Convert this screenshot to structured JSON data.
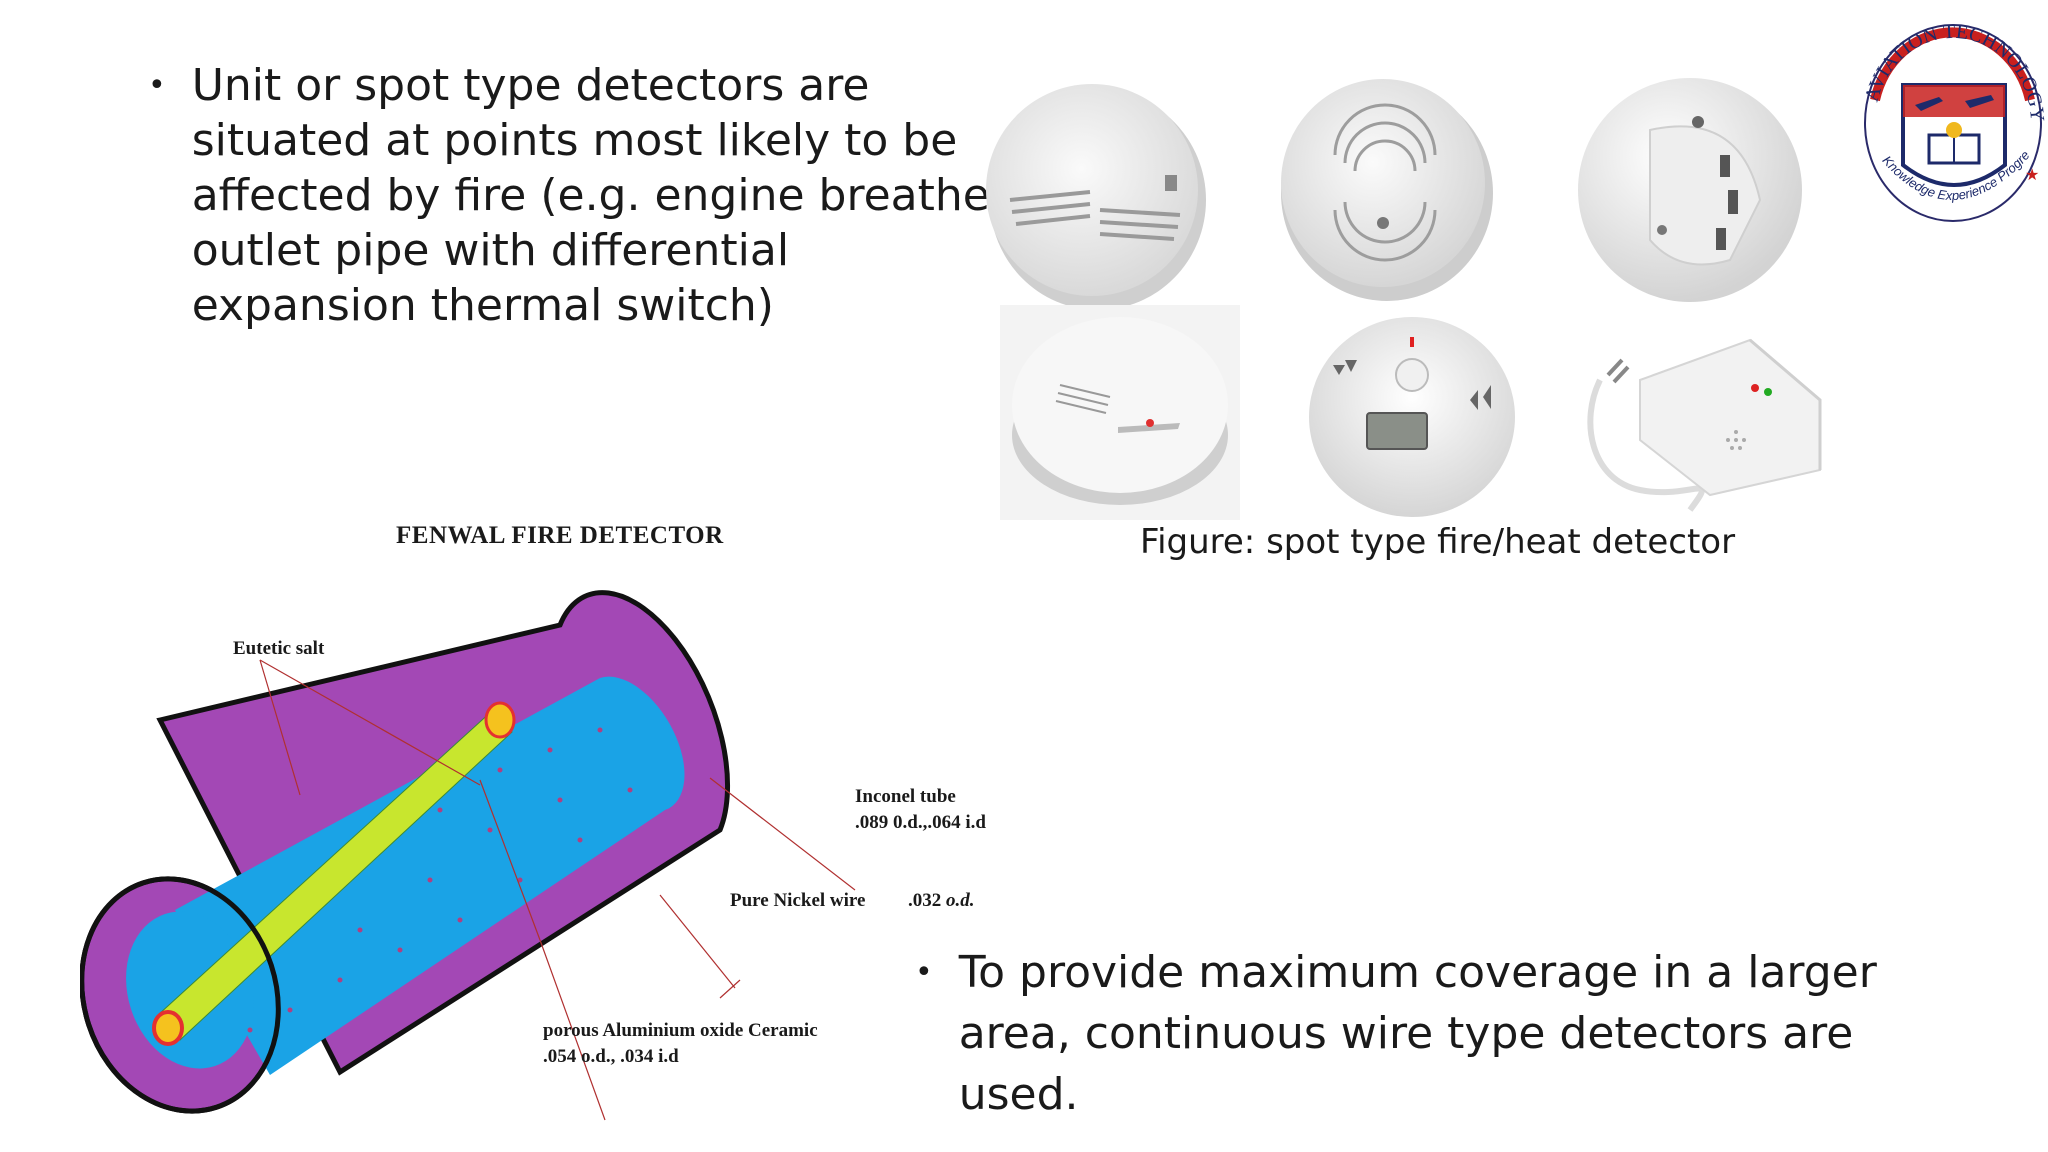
{
  "bullets": {
    "top": {
      "lines": [
        "Unit or spot type detectors are",
        "situated at points most likely to be",
        "affected by fire (e.g. engine breather",
        "outlet pipe with differential",
        "expansion thermal switch)"
      ]
    },
    "bottom": {
      "lines": [
        "To provide maximum coverage in a larger",
        "area, continuous wire type detectors are",
        "used."
      ]
    }
  },
  "figure": {
    "caption": "Figure: spot type fire/heat detector"
  },
  "diagram": {
    "title": "FENWAL FIRE DETECTOR",
    "labels": {
      "eutetic": "Eutetic salt",
      "inconel_1": "Inconel tube",
      "inconel_2": ".089 0.d.,.064 i.d",
      "nickel": "Pure Nickel wire",
      "nickel_od_value": ".032",
      "nickel_od_unit": "o.d.",
      "porous_1": "porous Aluminium oxide Ceramic",
      "porous_2": ".054 o.d., .034 i.d"
    },
    "colors": {
      "outer": "#a348b5",
      "middle": "#1aa3e6",
      "wire": "#c8e62e",
      "wire_end": "#f5c21e",
      "wire_rim": "#e53030",
      "leader": "#b03030"
    }
  },
  "logo": {
    "ring_text": "AVIATION TECHNOLOGY",
    "motto": "Knowledge Experience Progress"
  }
}
